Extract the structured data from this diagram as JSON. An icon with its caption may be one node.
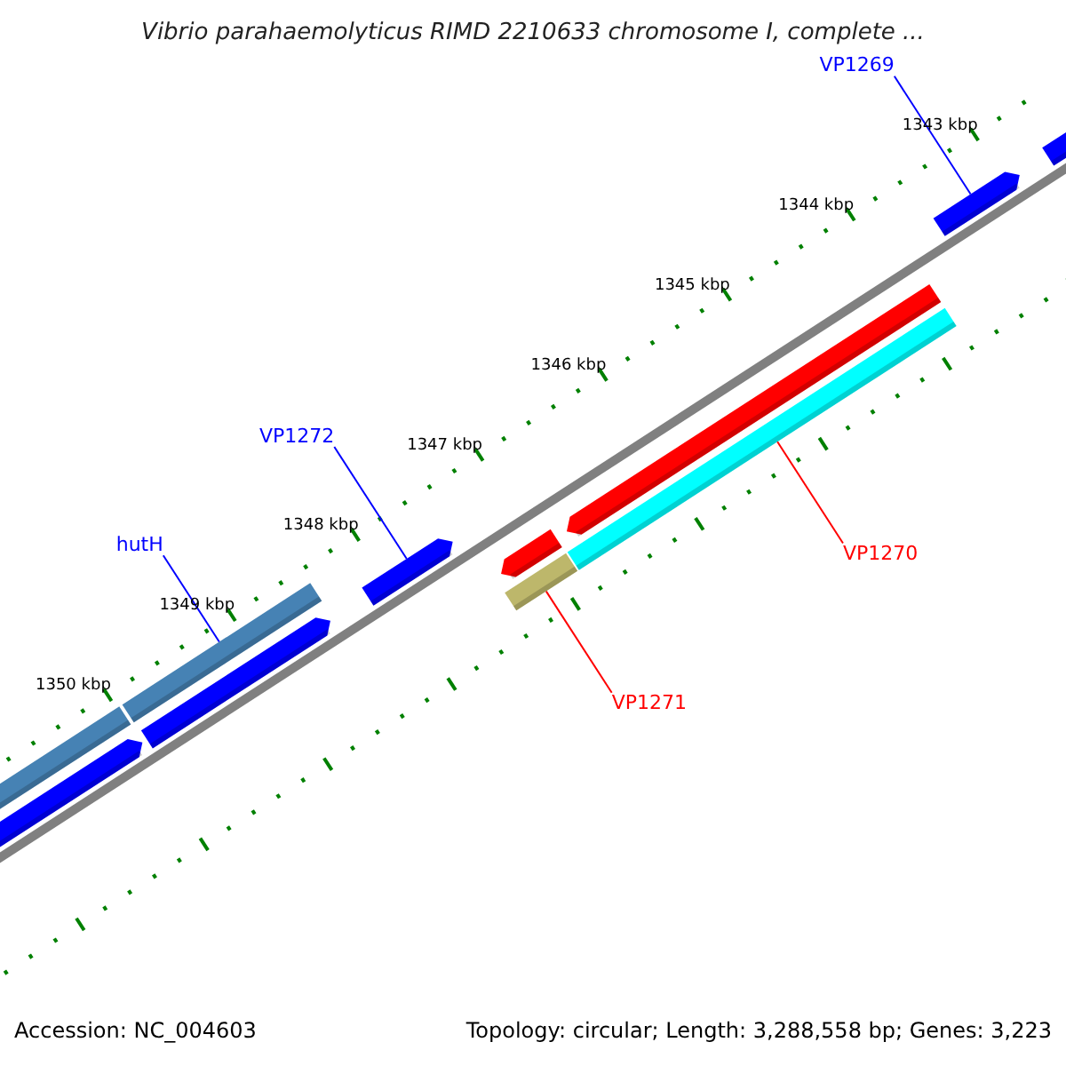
{
  "diagram": {
    "title": "Vibrio parahaemolyticus RIMD 2210633 chromosome I, complete ...",
    "nodes": [
      {
        "text": [
          "VP1269"
        ]
      },
      {
        "text": [],
        "shape": "bar"
      },
      {
        "text": [
          "VP1272"
        ]
      },
      {
        "text": [],
        "shape": "bar"
      },
      {
        "text": [
          "hutH"
        ]
      },
      {
        "text": [],
        "shape": "bar"
      },
      {
        "text": [
          "VP1270"
        ]
      },
      {
        "text": [],
        "shape": "bar"
      },
      {
        "text": [
          "VP1271"
        ]
      },
      {
        "text": [],
        "shape": "bar"
      },
      {
        "text": [],
        "shape": "bar"
      },
      {
        "text": [],
        "shape": "bar"
      },
      {
        "text": [],
        "shape": "bar"
      },
      {
        "text": [],
        "shape": "bar"
      },
      {
        "text": [],
        "shape": "bar"
      },
      {
        "text": [],
        "shape": "bar"
      }
    ],
    "edges": [
      {
        "from": 0,
        "to": 1,
        "arrow": "none"
      },
      {
        "from": 2,
        "to": 3,
        "arrow": "none"
      },
      {
        "from": 4,
        "to": 5,
        "arrow": "none"
      },
      {
        "from": 6,
        "to": 7,
        "arrow": "none",
        "color": "#ff0000"
      },
      {
        "from": 8,
        "to": 9,
        "arrow": "none",
        "color": "#ff0000"
      }
    ],
    "labels": [
      "1343 kbp",
      "1344 kbp",
      "1345 kbp",
      "1346 kbp",
      "1347 kbp",
      "1348 kbp",
      "1349 kbp",
      "1350 kbp",
      "Accession: NC_004603",
      "Topology: circular; Length: 3,288,558 bp; Genes: 3,223"
    ]
  }
}
